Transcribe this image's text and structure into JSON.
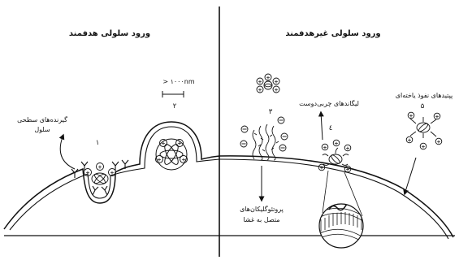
{
  "titles": {
    "targeted": "ورود سلولی هدفمند",
    "untargeted": "ورود سلولی غیرهدفمند"
  },
  "labels": {
    "surface_receptors_line1": "گیرنده‌های سطحی",
    "surface_receptors_line2": "سلول",
    "size": "> ۱۰۰۰nm",
    "lipophilic_ligands": "لیگاندهای چربی‌دوست",
    "cell_penetrating_peptides": "پپتیدهای نفوذ یاخته‌ای",
    "proteoglycans_line1": "پروتئوگلیکان‌های",
    "proteoglycans_line2": "متصل به غشا"
  },
  "steps": [
    "۱",
    "۲",
    "۳",
    "٤",
    "۵"
  ],
  "symbols": {
    "plus": "+",
    "minus": "−"
  }
}
